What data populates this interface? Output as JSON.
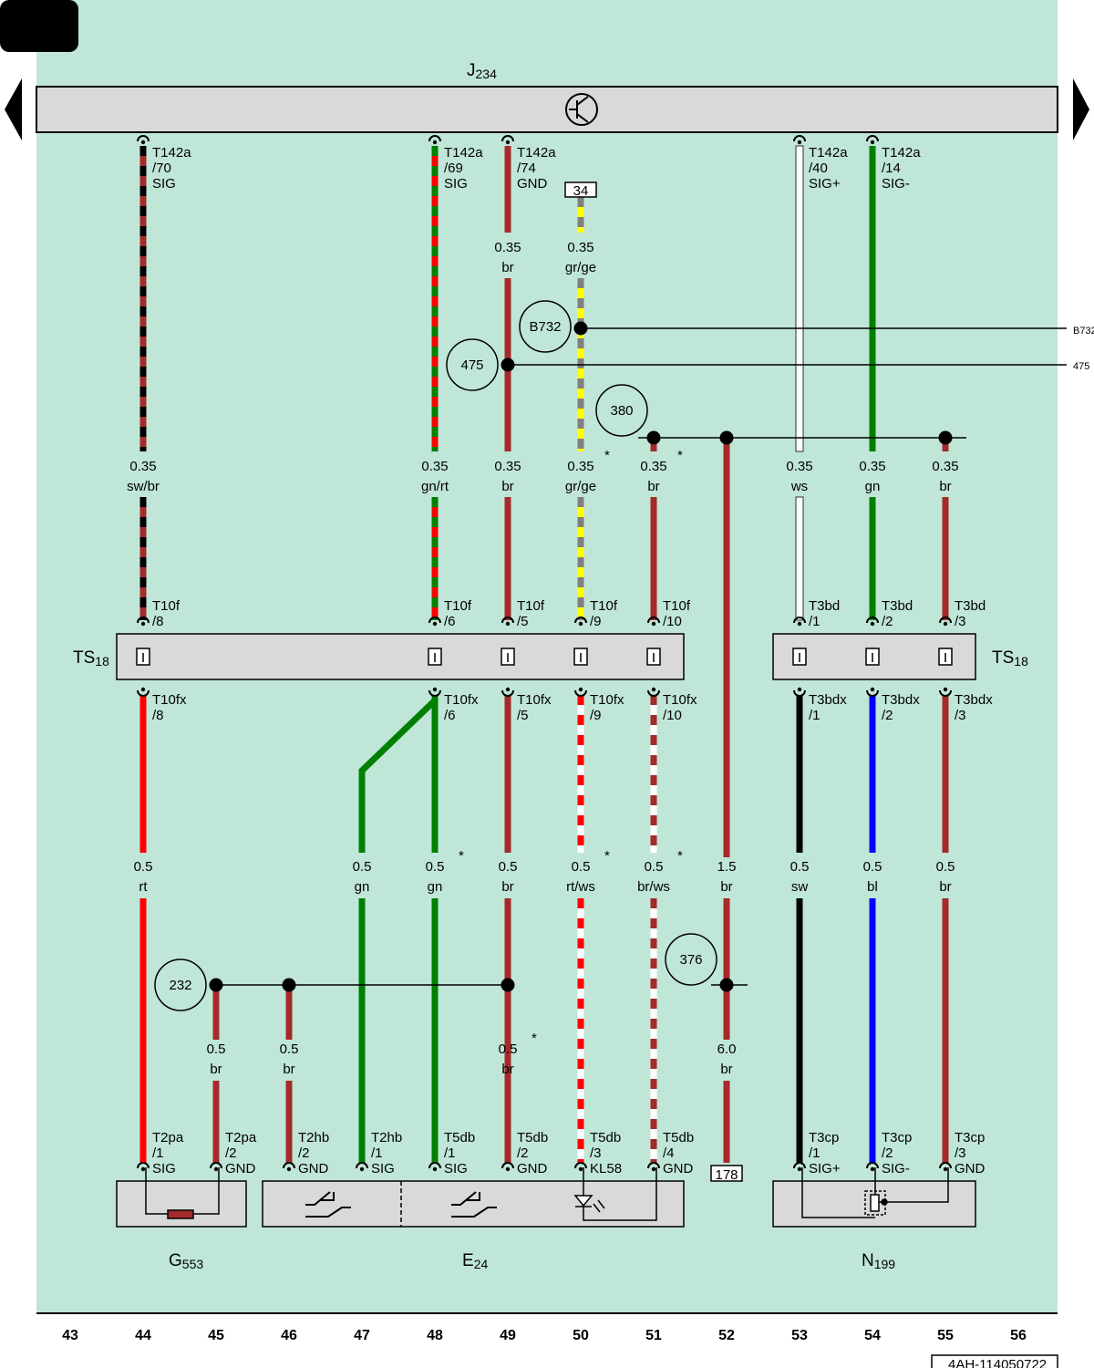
{
  "header": {
    "component": "J234",
    "component_main": "J",
    "component_sub": "234",
    "page_tab": ""
  },
  "colors": {
    "background": "#c0e6d8",
    "bar": "#d9d9d9",
    "rt": "#ff0000",
    "br": "#a52a2a",
    "gn": "#008000",
    "bl": "#0000ff",
    "sw": "#000000",
    "ws": "#ffffff",
    "gr": "#808080",
    "ge": "#ffff00"
  },
  "wires": [
    {
      "col": 44,
      "top": {
        "conn": "T142a",
        "pin": "/70",
        "func": "SIG"
      },
      "mid": {
        "size": "0.35",
        "color": "sw/br"
      },
      "ts_top": {
        "conn": "T10f",
        "pin": "/8"
      },
      "ts_bot": {
        "conn": "T10fx",
        "pin": "/8"
      },
      "low": {
        "size": "0.5",
        "color": "rt"
      }
    },
    {
      "col": 48,
      "top": {
        "conn": "T142a",
        "pin": "/69",
        "func": "SIG"
      },
      "mid": {
        "size": "0.35",
        "color": "gn/rt"
      },
      "ts_top": {
        "conn": "T10f",
        "pin": "/6"
      },
      "ts_bot": {
        "conn": "T10fx",
        "pin": "/6"
      },
      "low": {
        "size": "0.5",
        "color": "gn",
        "star": "*"
      }
    },
    {
      "col": 49,
      "top": {
        "conn": "T142a",
        "pin": "/74",
        "func": "GND"
      },
      "upper": {
        "size": "0.35",
        "color": "br"
      },
      "mid": {
        "size": "0.35",
        "color": "br"
      },
      "ts_top": {
        "conn": "T10f",
        "pin": "/5"
      },
      "ts_bot": {
        "conn": "T10fx",
        "pin": "/5"
      },
      "low": {
        "size": "0.5",
        "color": "br"
      }
    },
    {
      "col": 50,
      "top": {
        "ref": "34"
      },
      "upper": {
        "size": "0.35",
        "color": "gr/ge"
      },
      "mid": {
        "size": "0.35",
        "color": "gr/ge",
        "star": "*"
      },
      "ts_top": {
        "conn": "T10f",
        "pin": "/9"
      },
      "ts_bot": {
        "conn": "T10fx",
        "pin": "/9"
      },
      "low": {
        "size": "0.5",
        "color": "rt/ws",
        "star": "*"
      }
    },
    {
      "col": 51,
      "mid": {
        "size": "0.35",
        "color": "br",
        "star": "*"
      },
      "ts_top": {
        "conn": "T10f",
        "pin": "/10"
      },
      "ts_bot": {
        "conn": "T10fx",
        "pin": "/10"
      },
      "low": {
        "size": "0.5",
        "color": "br/ws",
        "star": "*"
      }
    },
    {
      "col": 52,
      "low": {
        "size": "1.5",
        "color": "br"
      },
      "bottom_size": "6.0",
      "bottom_color": "br",
      "bottom_ref": "178"
    },
    {
      "col": 53,
      "top": {
        "conn": "T142a",
        "pin": "/40",
        "func": "SIG+"
      },
      "mid": {
        "size": "0.35",
        "color": "ws"
      },
      "ts_top": {
        "conn": "T3bd",
        "pin": "/1"
      },
      "ts_bot": {
        "conn": "T3bdx",
        "pin": "/1"
      },
      "low": {
        "size": "0.5",
        "color": "sw"
      }
    },
    {
      "col": 54,
      "top": {
        "conn": "T142a",
        "pin": "/14",
        "func": "SIG-"
      },
      "mid": {
        "size": "0.35",
        "color": "gn"
      },
      "ts_top": {
        "conn": "T3bd",
        "pin": "/2"
      },
      "ts_bot": {
        "conn": "T3bdx",
        "pin": "/2"
      },
      "low": {
        "size": "0.5",
        "color": "bl"
      }
    },
    {
      "col": 55,
      "mid": {
        "size": "0.35",
        "color": "br"
      },
      "ts_top": {
        "conn": "T3bd",
        "pin": "/3"
      },
      "ts_bot": {
        "conn": "T3bdx",
        "pin": "/3"
      },
      "low": {
        "size": "0.5",
        "color": "br"
      }
    }
  ],
  "bottom_wires": [
    {
      "col": 45,
      "size": "0.5",
      "color": "br"
    },
    {
      "col": 46,
      "size": "0.5",
      "color": "br"
    },
    {
      "col": 47,
      "size": "0.5",
      "color": "gn"
    },
    {
      "col": 49,
      "size": "0.5",
      "color": "br",
      "star": "*"
    }
  ],
  "pins_bottom": [
    {
      "col": 44,
      "conn": "T2pa",
      "pin": "/1",
      "func": "SIG"
    },
    {
      "col": 45,
      "conn": "T2pa",
      "pin": "/2",
      "func": "GND"
    },
    {
      "col": 46,
      "conn": "T2hb",
      "pin": "/2",
      "func": "GND"
    },
    {
      "col": 47,
      "conn": "T2hb",
      "pin": "/1",
      "func": "SIG"
    },
    {
      "col": 48,
      "conn": "T5db",
      "pin": "/1",
      "func": "SIG"
    },
    {
      "col": 49,
      "conn": "T5db",
      "pin": "/2",
      "func": "GND"
    },
    {
      "col": 50,
      "conn": "T5db",
      "pin": "/3",
      "func": "KL58"
    },
    {
      "col": 51,
      "conn": "T5db",
      "pin": "/4",
      "func": "GND"
    },
    {
      "col": 53,
      "conn": "T3cp",
      "pin": "/1",
      "func": "SIG+"
    },
    {
      "col": 54,
      "conn": "T3cp",
      "pin": "/2",
      "func": "SIG-"
    },
    {
      "col": 55,
      "conn": "T3cp",
      "pin": "/3",
      "func": "GND"
    }
  ],
  "splices": [
    {
      "label": "475",
      "right_ref": "475"
    },
    {
      "label": "B732",
      "right_ref": "B732"
    },
    {
      "label": "380"
    },
    {
      "label": "232"
    },
    {
      "label": "376"
    }
  ],
  "ts_left": {
    "main": "TS",
    "sub": "18"
  },
  "ts_right": {
    "main": "TS",
    "sub": "18"
  },
  "components": [
    {
      "main": "G",
      "sub": "553"
    },
    {
      "main": "E",
      "sub": "24"
    },
    {
      "main": "N",
      "sub": "199"
    }
  ],
  "columns": [
    "43",
    "44",
    "45",
    "46",
    "47",
    "48",
    "49",
    "50",
    "51",
    "52",
    "53",
    "54",
    "55",
    "56"
  ],
  "doc_id": "4AH-114050722"
}
